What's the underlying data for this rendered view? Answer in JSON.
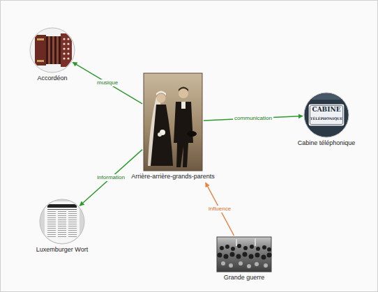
{
  "diagram": {
    "nodes": [
      {
        "text": [
          "Accordéon"
        ]
      },
      {
        "text": [
          "Arrière-arrière-grands-parents"
        ]
      },
      {
        "text": [
          "Cabine téléphonique"
        ]
      },
      {
        "text": [
          "Luxemburger Wort"
        ]
      },
      {
        "text": [
          "Grande guerre"
        ]
      }
    ],
    "edges": [
      {
        "from": 1,
        "to": 0,
        "arrow": "to",
        "label": "musique"
      },
      {
        "from": 1,
        "to": 2,
        "arrow": "to",
        "label": "communication"
      },
      {
        "from": 1,
        "to": 3,
        "arrow": "to",
        "label": "information"
      },
      {
        "from": 4,
        "to": 1,
        "arrow": "to",
        "label": "influence"
      }
    ],
    "labels": [
      "CABINE",
      "TÉLÉPHONIQUE"
    ]
  }
}
